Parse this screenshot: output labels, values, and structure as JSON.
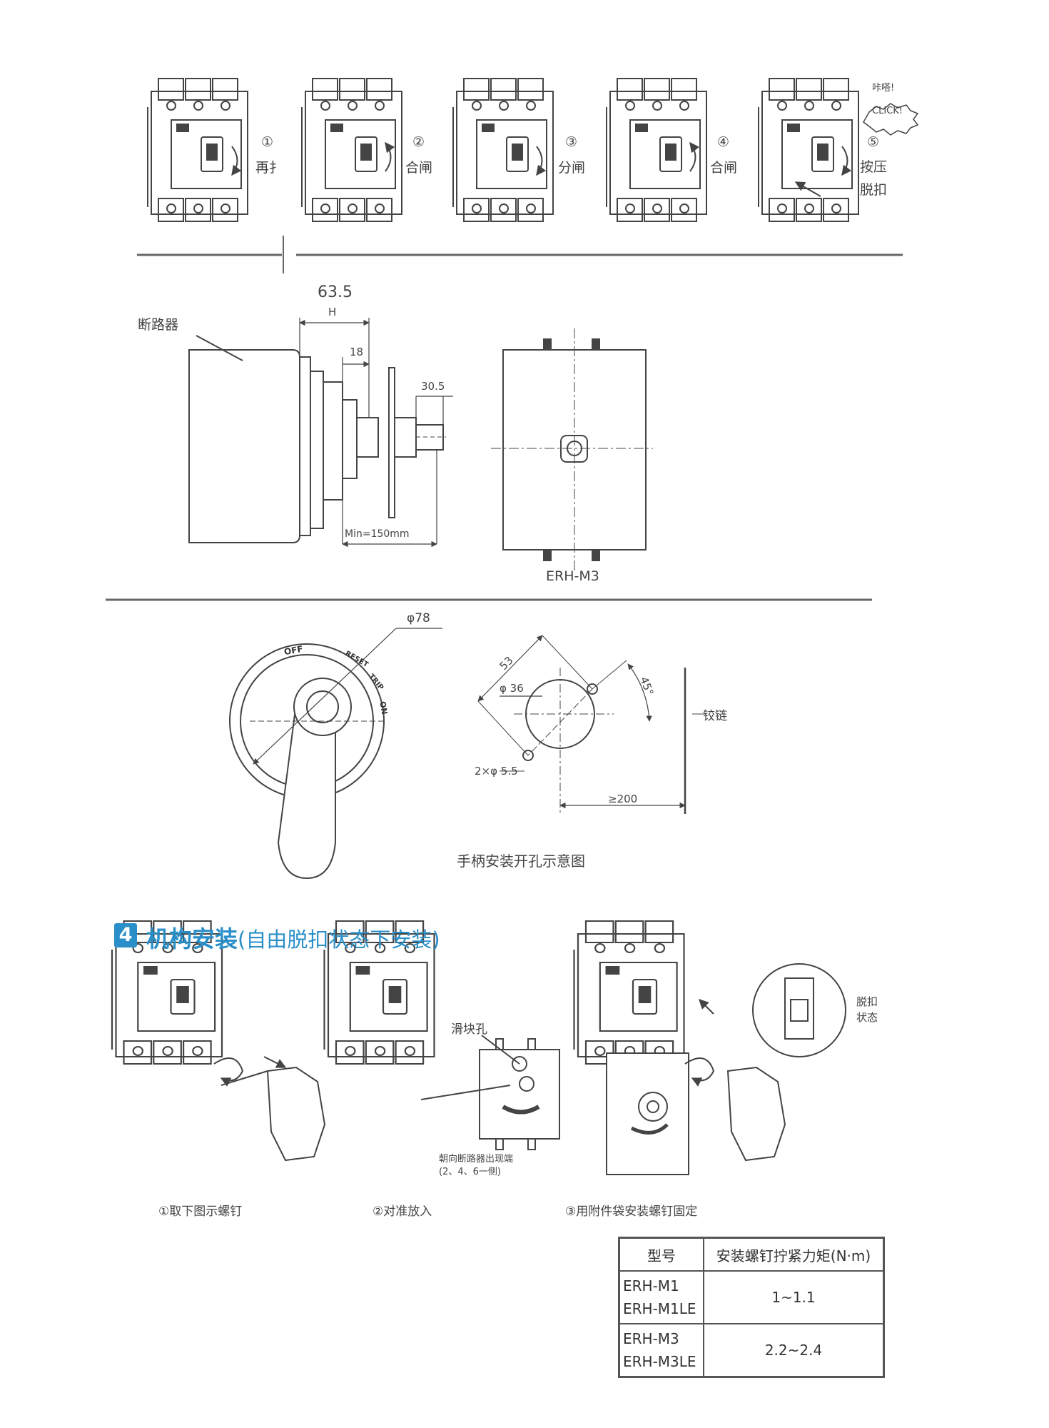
{
  "top_steps": [
    {
      "num": "①",
      "label": "再扌"
    },
    {
      "num": "②",
      "label": "合闸"
    },
    {
      "num": "③",
      "label": "分闸"
    },
    {
      "num": "④",
      "label": "合闸"
    },
    {
      "num": "⑤",
      "label": "按压\n脱扣"
    }
  ],
  "click": {
    "top": "咔嗒!",
    "badge": "CLICK!"
  },
  "dimension_drawing": {
    "breaker_label": "断路器",
    "dim_635": "63.5",
    "dim_h": "H",
    "dim_18": "18",
    "dim_305": "30.5",
    "dim_min": "Min=150mm",
    "front_model": "ERH-M3"
  },
  "handle_drawing": {
    "dim_78": "φ78",
    "dial_off": "OFF",
    "dial_reset": "RESET",
    "dial_trip": "TRIP",
    "dial_on": "ON",
    "dim_53": "53",
    "dim_36": "φ 36",
    "dim_45": "45°",
    "dim_holes": "2×φ 5.5",
    "dim_200": "≥200",
    "hinge": "铰链",
    "caption": "手柄安装开孔示意图"
  },
  "section": {
    "number": "4",
    "title": "机构安装",
    "subtitle": "(自由脱扣状态下安装)"
  },
  "install_steps": {
    "step1": "①取下图示螺钉",
    "step2": "②对准放入",
    "step3": "③用附件袋安装螺钉固定",
    "slider_hole": "滑块孔",
    "toward": "朝向断路器出现端",
    "toward_side": "(2、4、6一侧)",
    "trip_state": "脱扣\n状态"
  },
  "torque_table": {
    "header_model": "型号",
    "header_torque": "安装螺钉拧紧力矩(N·m)",
    "rows": [
      {
        "models": "ERH-M1\nERH-M1LE",
        "torque": "1~1.1"
      },
      {
        "models": "ERH-M3\nERH-M3LE",
        "torque": "2.2~2.4"
      }
    ]
  }
}
